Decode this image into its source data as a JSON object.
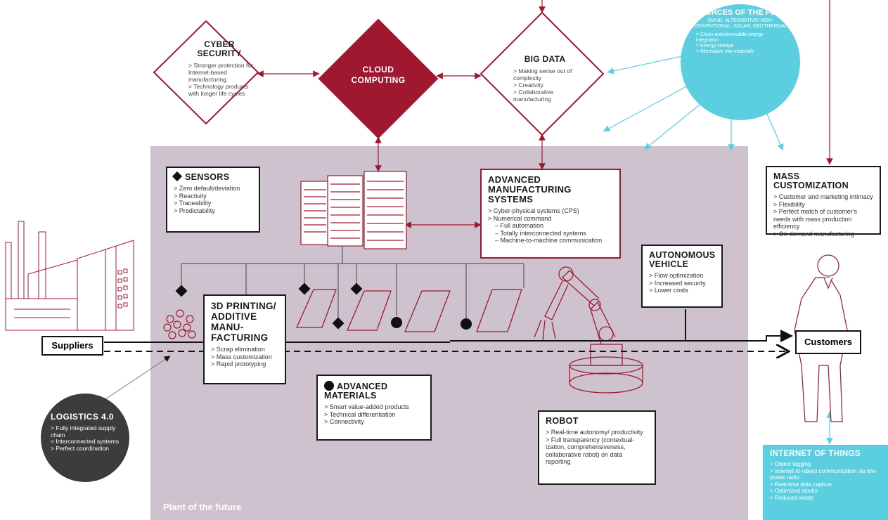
{
  "plant_label": "Plant of the future",
  "cyber_security": {
    "title": "CYBER SECURITY",
    "items": [
      "> Stronger protection for Internet-based manufacturing",
      "> Technology products with longer life cycles"
    ]
  },
  "cloud_computing": {
    "title": "CLOUD COMPUTING"
  },
  "big_data": {
    "title": "BIG DATA",
    "items": [
      "> Making sense out of complexity",
      "> Creativity",
      "> Collaborative manufacturing"
    ]
  },
  "resources": {
    "title": "RESOURCES OF THE FUTURE",
    "subtitle": "(WIND, ALTERNATIVE/ NON-CONVENTIONAL, SOLAR, GEOTHERMAL)",
    "items": [
      "> Clean and renewable energy integration",
      "> Energy storage",
      "> Alternative raw materials"
    ]
  },
  "mass_customization": {
    "title": "MASS CUSTOMIZATION",
    "items": [
      "> Customer and marketing intimacy",
      "> Flexibility",
      "> Perfect match of customer's needs with mass production efficiency",
      "> On-demand manufacturing"
    ]
  },
  "sensors": {
    "title": "SENSORS",
    "items": [
      "> Zero default/deviation",
      "> Reactivity",
      "> Traceability",
      "> Predictability"
    ]
  },
  "advanced_manufacturing": {
    "title": "ADVANCED MANUFACTURING SYSTEMS",
    "items": [
      "> Cyber-physical systems (CPS)",
      "> Numerical command",
      "– Full automation",
      "– Totally interconnected systems",
      "– Machine-to-machine communication"
    ]
  },
  "autonomous_vehicle": {
    "title": "AUTONOMOUS VEHICLE",
    "items": [
      "> Flow optimization",
      "> Increased security",
      "> Lower costs"
    ]
  },
  "printing_3d": {
    "title": "3D PRINTING/ ADDITIVE MANU- FACTURING",
    "items": [
      "> Scrap elimination",
      "> Mass customization",
      "> Rapid prototyping"
    ]
  },
  "advanced_materials": {
    "title_line1": "ADVANCED",
    "title_line2": "MATERIALS",
    "items": [
      "> Smart value-added products",
      "> Technical differentiation",
      "> Connectivity"
    ]
  },
  "robot": {
    "title": "ROBOT",
    "items": [
      "> Real-time autonomy/ productivity",
      "> Full transparency (contextual- ization, comprehensiveness, collaborative robot) on data reporting"
    ]
  },
  "logistics": {
    "title": "LOGISTICS 4.0",
    "items": [
      "> Fully integrated supply chain",
      "> Interconnected systems",
      "> Perfect coordination"
    ]
  },
  "internet_of_things": {
    "title": "INTERNET OF THINGS",
    "items": [
      "> Object tagging",
      "> Internet-to-object communication via low-power radio",
      "> Real-time data capture",
      "> Optimized stocks",
      "> Reduced waste"
    ]
  },
  "suppliers": "Suppliers",
  "customers": "Customers",
  "colors": {
    "red": "#a01830",
    "cyan": "#5bcfe0",
    "plant": "#cdc2cd",
    "dark": "#3c3c3c"
  }
}
